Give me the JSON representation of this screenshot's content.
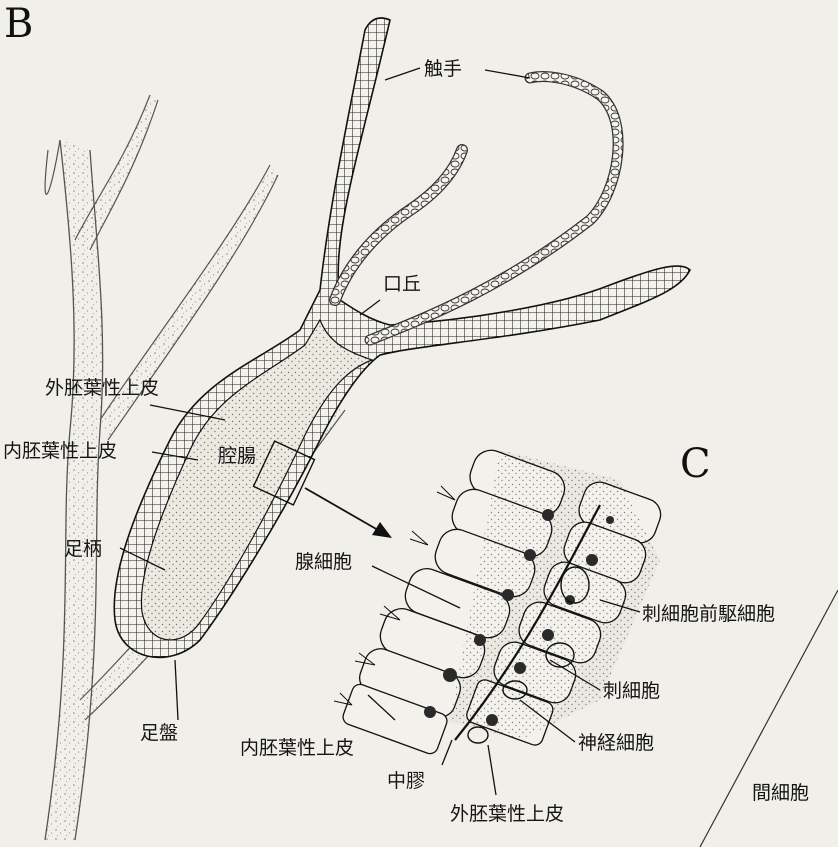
{
  "figure": {
    "panel_b": "B",
    "panel_c": "C"
  },
  "labels": {
    "tentacle": "触手",
    "hypostome": "口丘",
    "ectoderm_b": "外胚葉性上皮",
    "endoderm_b": "内胚葉性上皮",
    "gut": "腔腸",
    "peduncle": "足柄",
    "basal_disc": "足盤",
    "gland_cell": "腺細胞",
    "cnidoblast_precursor": "刺細胞前駆細胞",
    "cnidocyte": "刺細胞",
    "nerve_cell": "神経細胞",
    "endoderm_c": "内胚葉性上皮",
    "mesoglea": "中膠",
    "ectoderm_c": "外胚葉性上皮",
    "interstitial_cell": "間細胞"
  }
}
